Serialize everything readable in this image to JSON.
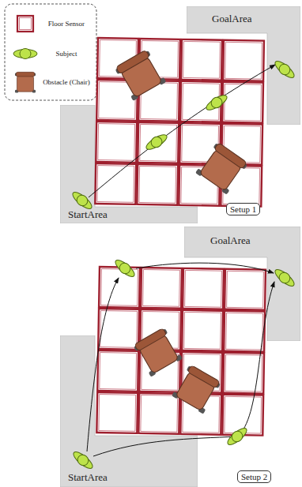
{
  "diagram": {
    "nodes": [
      {
        "text": [
          "GoalArea"
        ]
      },
      {
        "text": [
          "StartArea"
        ]
      },
      {
        "text": [
          "Setup 1"
        ]
      },
      {
        "text": [
          "GoalArea"
        ]
      },
      {
        "text": [
          "StartArea"
        ]
      },
      {
        "text": [
          "Setup 2"
        ]
      }
    ],
    "legend": [
      {
        "text": "Floor Sensor"
      },
      {
        "text": "Subject"
      },
      {
        "text": "Obstacle (Chair)"
      }
    ]
  }
}
